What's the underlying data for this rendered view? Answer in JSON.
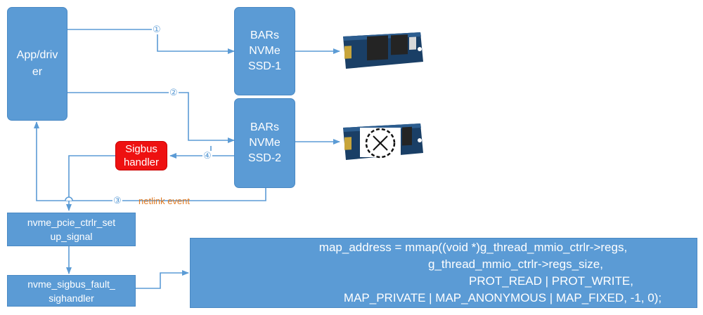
{
  "app_driver": {
    "lines": [
      "App/driv",
      "er"
    ]
  },
  "ssd1_box": {
    "lines": [
      "BARs",
      "NVMe",
      "SSD-1"
    ]
  },
  "ssd2_box": {
    "lines": [
      "BARs",
      "NVMe",
      "SSD-2"
    ]
  },
  "sigbus_handler": {
    "lines": [
      "Sigbus",
      "handler"
    ]
  },
  "ctrlr_signal": {
    "lines": [
      "nvme_pcie_ctrlr_set",
      "up_signal"
    ]
  },
  "fault_handler": {
    "lines": [
      "nvme_sigbus_fault_",
      "sighandler"
    ]
  },
  "step_labels": {
    "one": "①",
    "two": "②",
    "three": "③",
    "four": "④"
  },
  "netlink_label": "netlink event",
  "code_box": {
    "lines": [
      "map_address = mmap((void *)g_thread_mmio_ctrlr->regs,",
      "g_thread_mmio_ctrlr->regs_size,",
      "PROT_READ | PROT_WRITE,",
      "MAP_PRIVATE | MAP_ANONYMOUS | MAP_FIXED, -1, 0);"
    ]
  },
  "colors": {
    "box": "#5b9bd5",
    "handler": "#ee1111",
    "netlink": "#e07b24"
  },
  "icons": {
    "ssd_ok": "m2-ssd-icon",
    "ssd_failed": "failed-ssd-icon",
    "failure_mark": "x-circle-icon"
  }
}
